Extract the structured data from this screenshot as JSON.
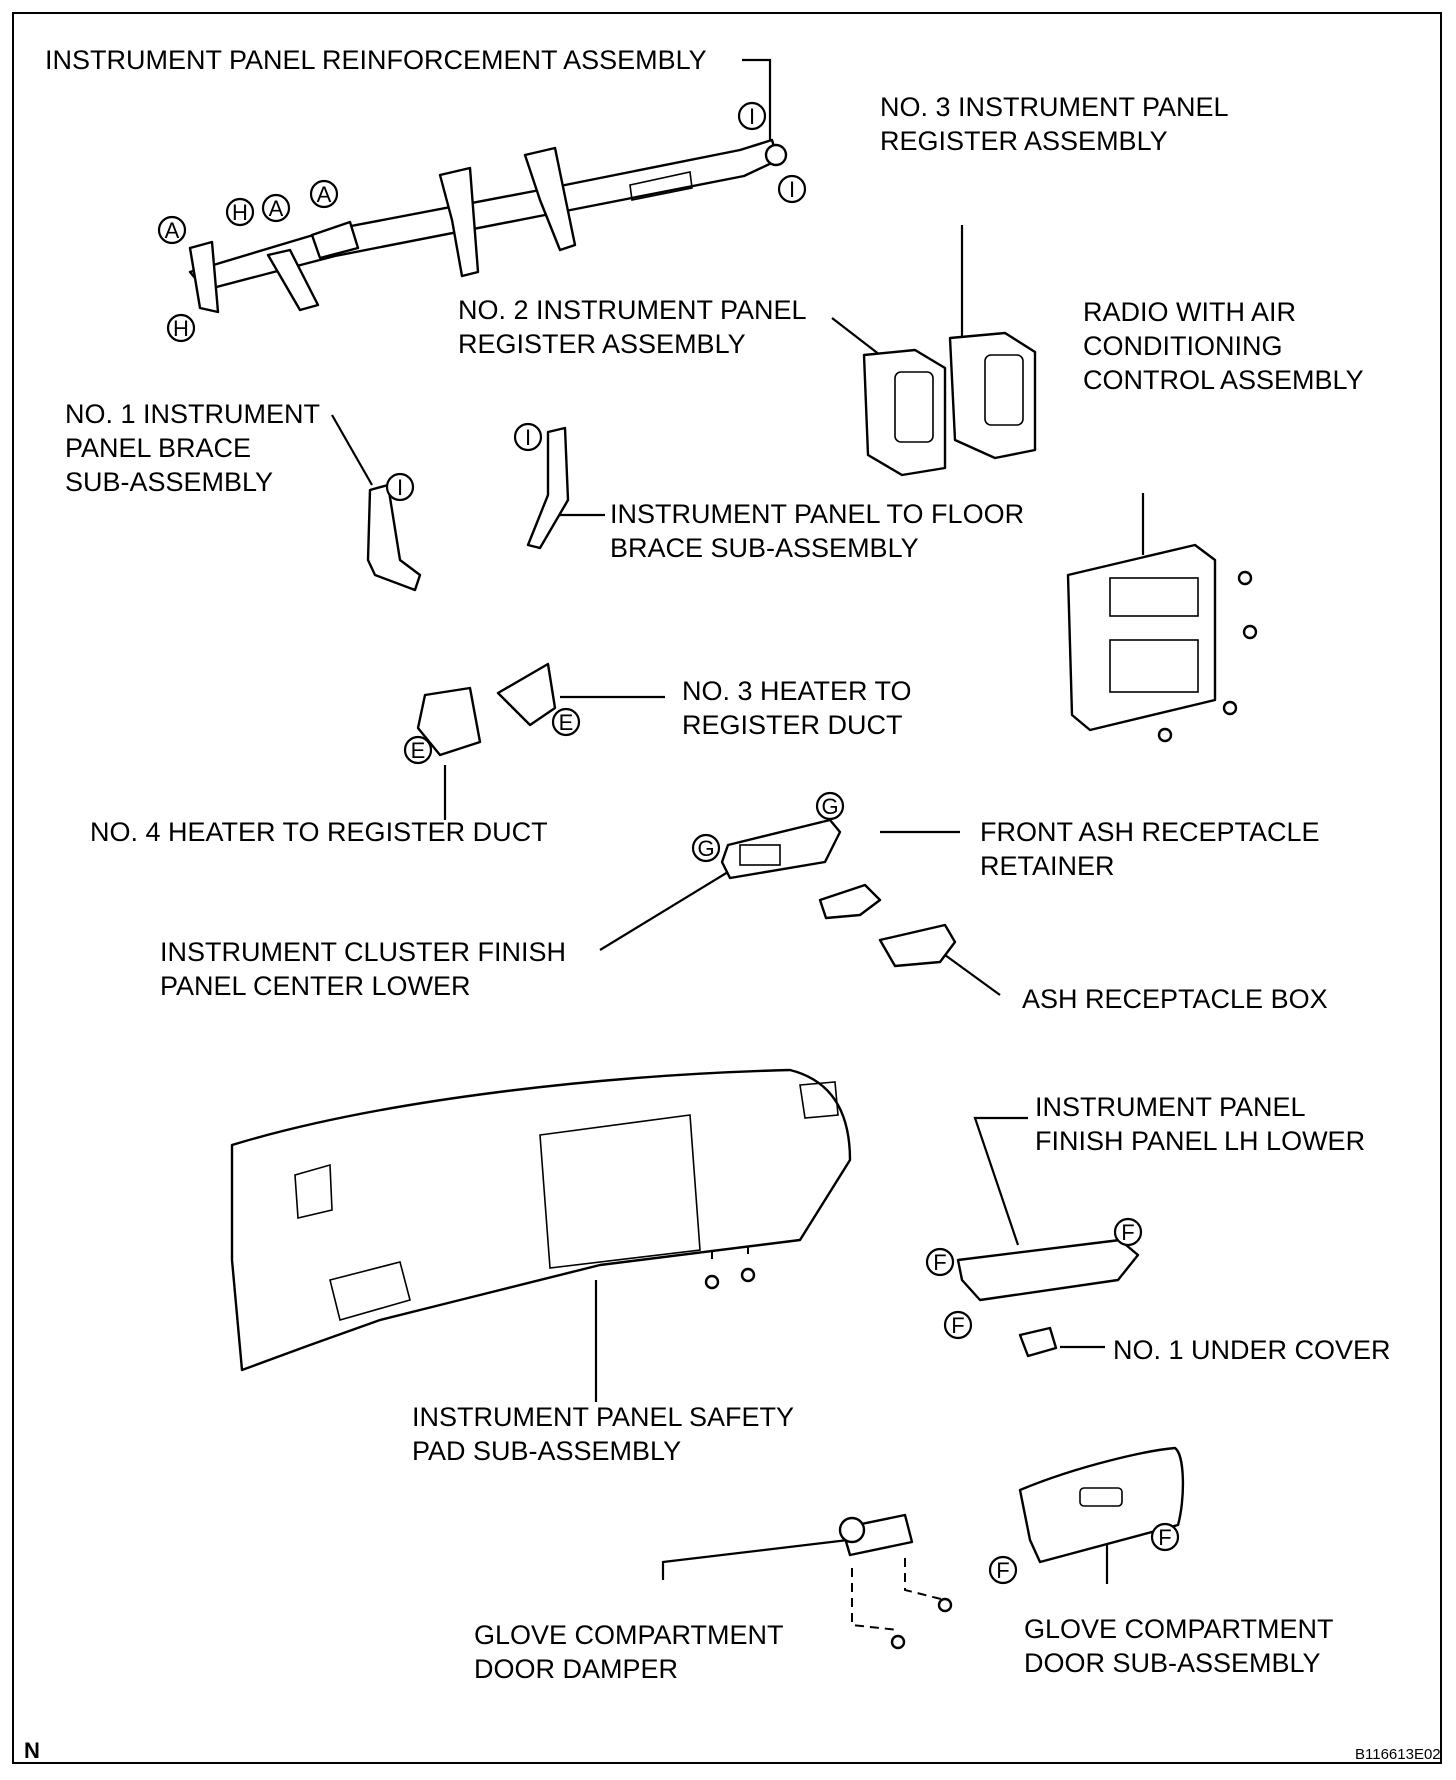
{
  "labels": {
    "reinforcement": "INSTRUMENT PANEL REINFORCEMENT ASSEMBLY",
    "no3_register": "NO. 3 INSTRUMENT PANEL\nREGISTER ASSEMBLY",
    "no2_register": "NO. 2 INSTRUMENT PANEL\nREGISTER ASSEMBLY",
    "radio": "RADIO WITH AIR\nCONDITIONING\nCONTROL ASSEMBLY",
    "no1_brace": "NO. 1 INSTRUMENT\nPANEL BRACE\nSUB-ASSEMBLY",
    "floor_brace": "INSTRUMENT PANEL TO FLOOR\nBRACE SUB-ASSEMBLY",
    "no3_duct": "NO. 3 HEATER TO\nREGISTER DUCT",
    "no4_duct": "NO. 4 HEATER TO REGISTER DUCT",
    "ash_retainer": "FRONT ASH RECEPTACLE\nRETAINER",
    "cluster_finish": "INSTRUMENT CLUSTER FINISH\nPANEL CENTER LOWER",
    "ash_box": "ASH RECEPTACLE BOX",
    "finish_lh": "INSTRUMENT PANEL\nFINISH PANEL LH LOWER",
    "under_cover": "NO. 1 UNDER COVER",
    "safety_pad": "INSTRUMENT PANEL SAFETY\nPAD SUB-ASSEMBLY",
    "damper": "GLOVE COMPARTMENT\nDOOR DAMPER",
    "glove_door": "GLOVE COMPARTMENT\nDOOR SUB-ASSEMBLY"
  },
  "corner_mark": "N",
  "figure_code": "B116613E02",
  "clip_markers": [
    "A",
    "H",
    "I",
    "E",
    "G",
    "F"
  ]
}
